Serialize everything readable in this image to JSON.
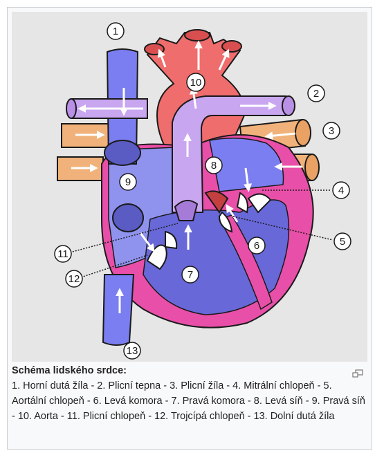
{
  "labels": [
    "1",
    "2",
    "3",
    "4",
    "5",
    "6",
    "7",
    "8",
    "9",
    "10",
    "11",
    "12",
    "13"
  ],
  "caption": {
    "title": "Schéma lidského srdce:",
    "text": "1. Horní dutá žíla - 2. Plicní tepna - 3. Plicní žíla - 4. Mitrální chlopeň - 5. Aortální chlopeň - 6. Levá komora - 7. Pravá komora - 8. Levá síň - 9. Pravá síň - 10. Aorta - 11. Plicní chlopeň - 12. Trojcípá chlopeň - 13. Dolní dutá žíla"
  },
  "colors": {
    "background": "#e6e6e6",
    "vein_blue": "#7b7ef0",
    "right_chamber_blue": "#8f93ee",
    "ventricle_dark": "#6868d8",
    "pulmonary_artery": "#c9a6f0",
    "aorta_red": "#ef6d6d",
    "pulmonary_vein_orange": "#f0b27a",
    "muscle_pink": "#e84fa8",
    "label_circle": "#ffffff"
  },
  "icons": [
    "arrow-icon",
    "enlarge-icon"
  ]
}
